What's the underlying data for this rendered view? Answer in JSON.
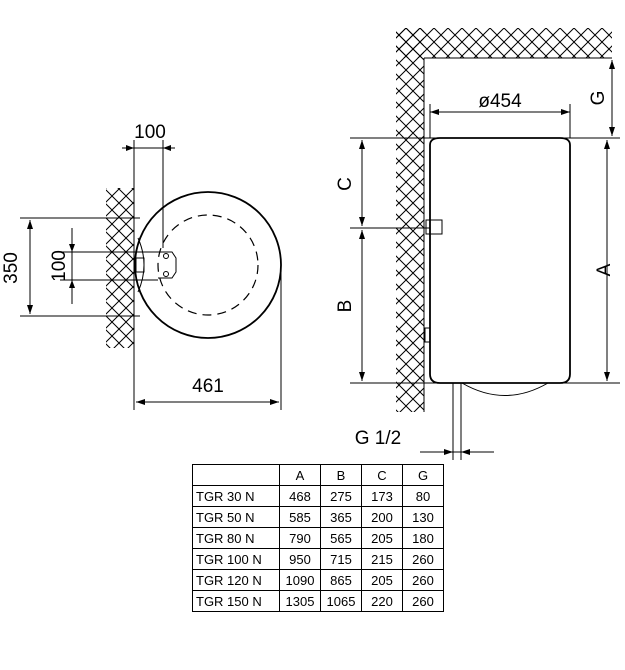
{
  "dims": {
    "top_width": "100",
    "diameter_depth": "461",
    "left_outer": "350",
    "left_inner": "100",
    "tank_diameter": "ø454",
    "A": "A",
    "B": "B",
    "C": "C",
    "G": "G",
    "pipe": "G 1/2"
  },
  "table": {
    "headers": [
      "",
      "A",
      "B",
      "C",
      "G"
    ],
    "rows": [
      [
        "TGR 30 N",
        "468",
        "275",
        "173",
        "80"
      ],
      [
        "TGR 50 N",
        "585",
        "365",
        "200",
        "130"
      ],
      [
        "TGR 80 N",
        "790",
        "565",
        "205",
        "180"
      ],
      [
        "TGR 100 N",
        "950",
        "715",
        "215",
        "260"
      ],
      [
        "TGR 120 N",
        "1090",
        "865",
        "205",
        "260"
      ],
      [
        "TGR 150 N",
        "1305",
        "1065",
        "220",
        "260"
      ]
    ]
  }
}
